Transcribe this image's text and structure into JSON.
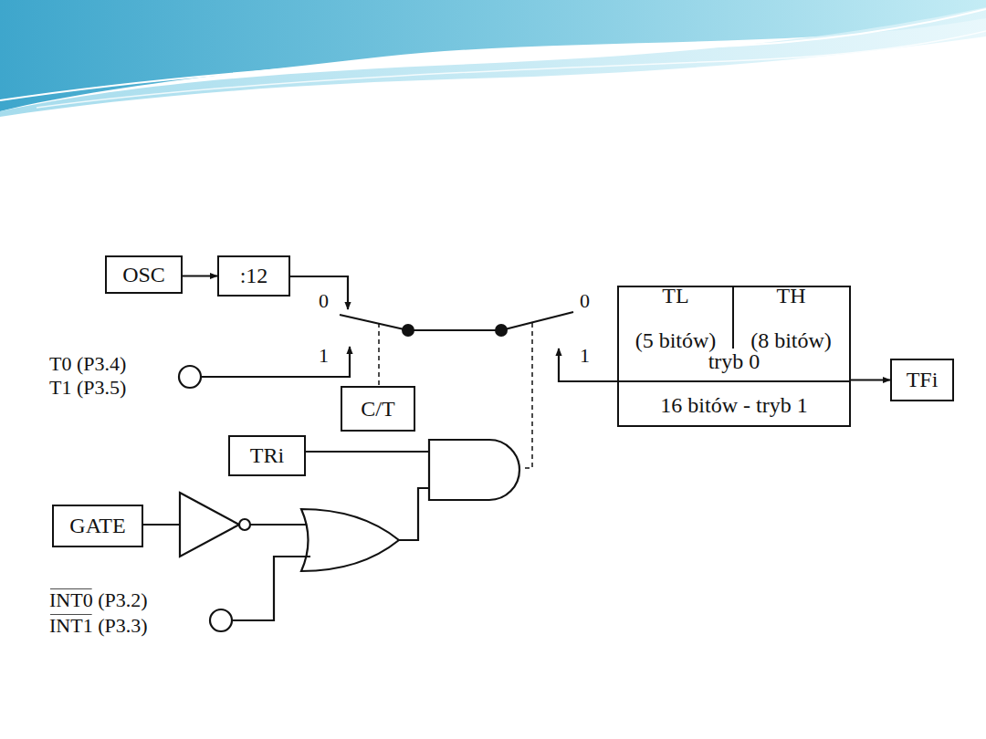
{
  "diagram": {
    "nodes": [
      {
        "text": [
          "OSC"
        ]
      },
      {
        "text": [
          ":12"
        ]
      },
      {
        "text": [
          "tryb 0",
          "16 bitów - tryb 1"
        ]
      },
      {
        "text": [
          "TL",
          "(5 bitów)"
        ],
        "in": 2
      },
      {
        "text": [
          "TH",
          "(8 bitów)"
        ],
        "in": 2
      },
      {
        "text": [
          "TFi"
        ]
      },
      {
        "text": [
          "C/T"
        ]
      },
      {
        "text": [
          "TRi"
        ]
      },
      {
        "text": [
          "GATE"
        ]
      }
    ],
    "edges": [
      {
        "from": 0,
        "to": 1,
        "arrow": "to"
      },
      {
        "from": 2,
        "to": 5,
        "arrow": "to"
      }
    ],
    "labels": [
      "0",
      "1",
      "0",
      "1",
      "T0 (P3.4)",
      "T1 (P3.5)",
      "INT0 (P3.2)",
      "INT1 (P3.3)"
    ]
  }
}
